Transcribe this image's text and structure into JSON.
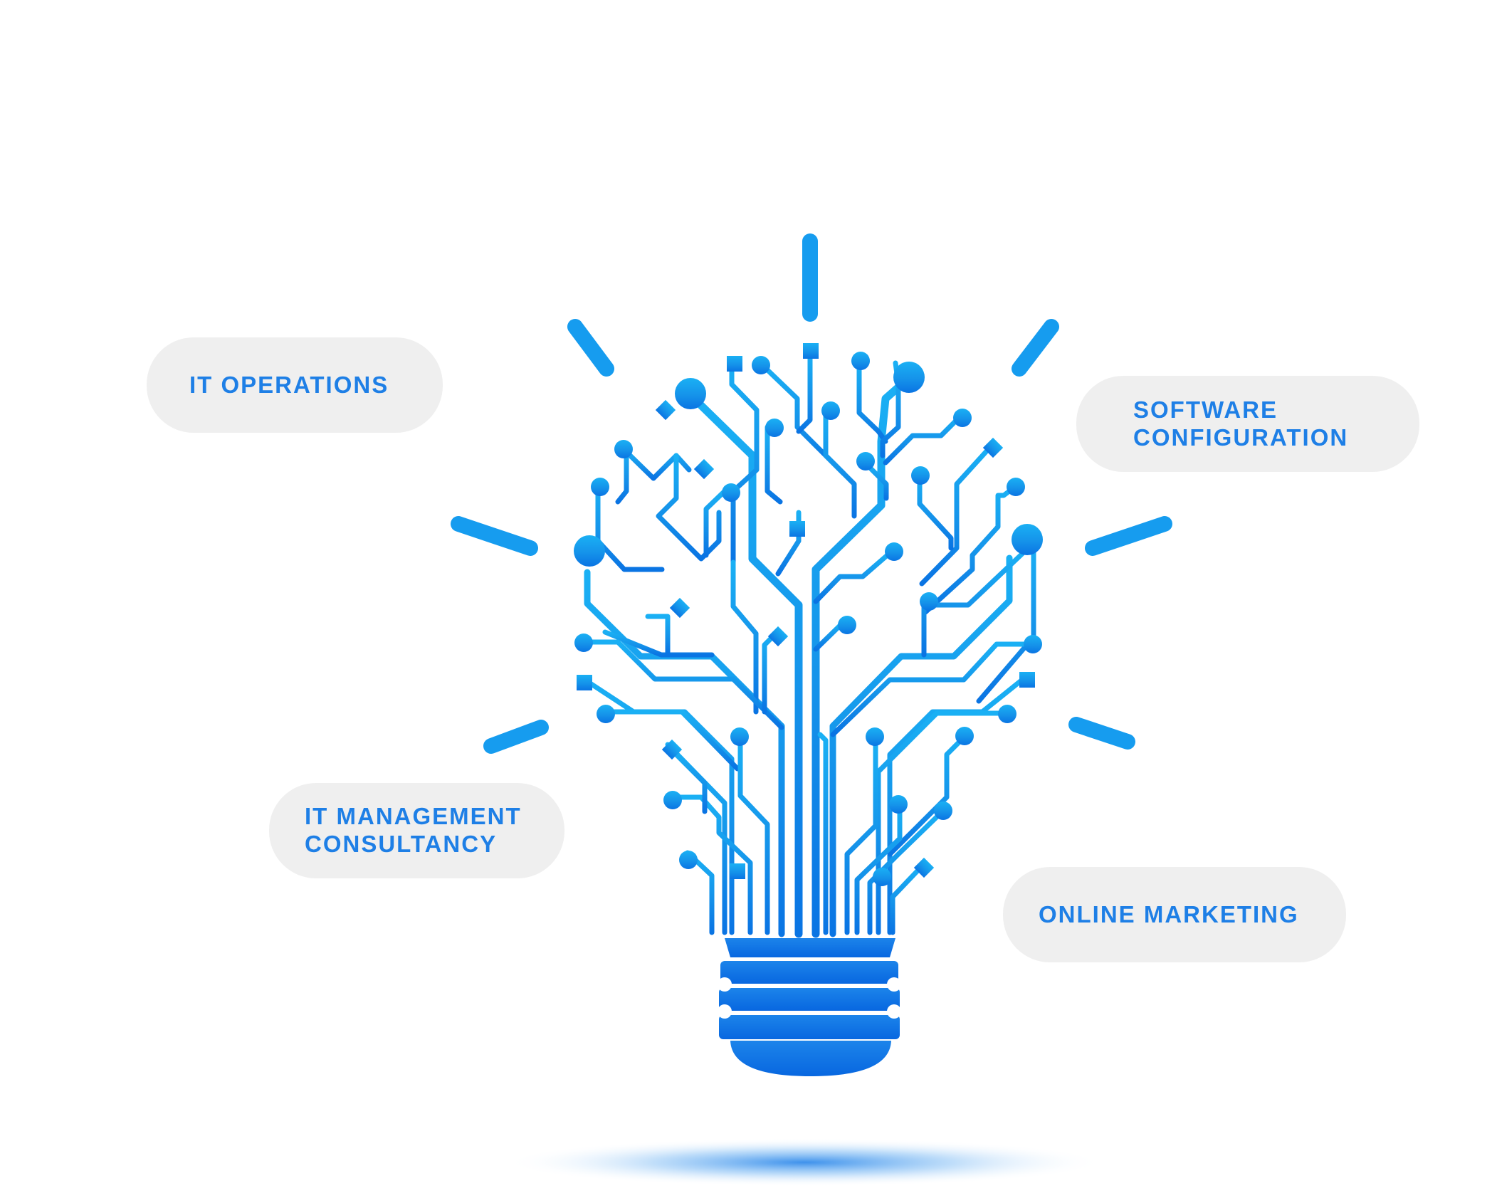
{
  "labels": {
    "it_operations": "IT OPERATIONS",
    "software_line1": "SOFTWARE",
    "software_line2": "CONFIGURATION",
    "itmc_line1": "IT MANAGEMENT",
    "itmc_line2": "CONSULTANCY",
    "online_marketing": "ONLINE MARKETING"
  },
  "colors": {
    "accent_blue": "#1e7fe6",
    "circuit_light": "#18a2ee",
    "circuit_dark": "#0f7be6",
    "pill_background": "#efefef"
  },
  "icons": {
    "illustration": "circuit-lightbulb-icon"
  }
}
